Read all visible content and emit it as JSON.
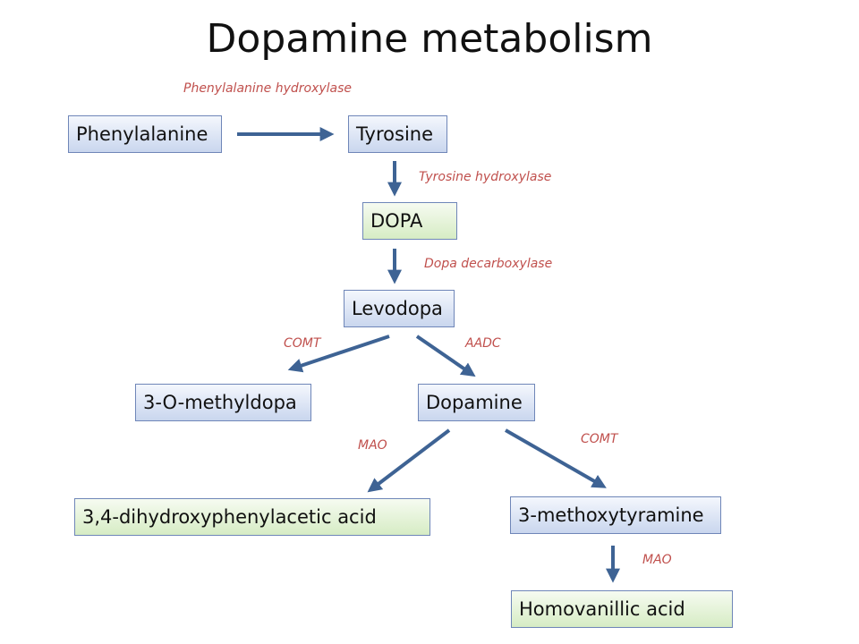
{
  "title": "Dopamine metabolism",
  "colors": {
    "arrow": "#3e6394",
    "enzyme_text": "#c0504d",
    "node_border": "#6f86b8"
  },
  "nodes": {
    "phenylalanine": "Phenylalanine",
    "tyrosine": "Tyrosine",
    "dopa": "DOPA",
    "levodopa": "Levodopa",
    "o_methyldopa": "3-O-methyldopa",
    "dopamine": "Dopamine",
    "dopac": "3,4-dihydroxyphenylacetic acid",
    "methoxytyramine": "3-methoxytyramine",
    "homovanillic": "Homovanillic acid"
  },
  "enzymes": {
    "phenylalanine_hydroxylase": "Phenylalanine hydroxylase",
    "tyrosine_hydroxylase": "Tyrosine hydroxylase",
    "dopa_decarboxylase": "Dopa decarboxylase",
    "comt_1": "COMT",
    "aadc": "AADC",
    "mao_1": "MAO",
    "comt_2": "COMT",
    "mao_2": "MAO"
  }
}
